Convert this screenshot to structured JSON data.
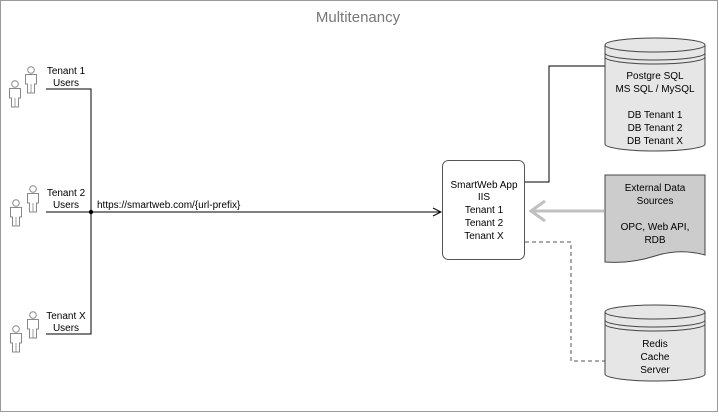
{
  "title": "Multitenancy",
  "tenants": [
    {
      "line1": "Tenant 1",
      "line2": "Users"
    },
    {
      "line1": "Tenant 2",
      "line2": "Users"
    },
    {
      "line1": "Tenant X",
      "line2": "Users"
    }
  ],
  "url_label": "https://smartweb.com/{url-prefix}",
  "app": {
    "lines": [
      "SmartWeb App",
      "IIS",
      "Tenant 1",
      "Tenant 2",
      "Tenant X"
    ]
  },
  "database": {
    "lines": [
      "Postgre SQL",
      "MS SQL / MySQL",
      "",
      "DB Tenant 1",
      "DB Tenant 2",
      "DB Tenant X"
    ]
  },
  "external": {
    "lines": [
      "External Data",
      "Sources",
      "",
      "OPC, Web API,",
      "RDB"
    ]
  },
  "cache": {
    "lines": [
      "Redis",
      "Cache",
      "Server"
    ]
  },
  "colors": {
    "frame": "#9a9a9a",
    "line": "#000000",
    "arrow_gray": "#c0c0c0",
    "db_fill": "#e6e6e6",
    "ext_fill": "#cccccc",
    "title": "#777777"
  }
}
